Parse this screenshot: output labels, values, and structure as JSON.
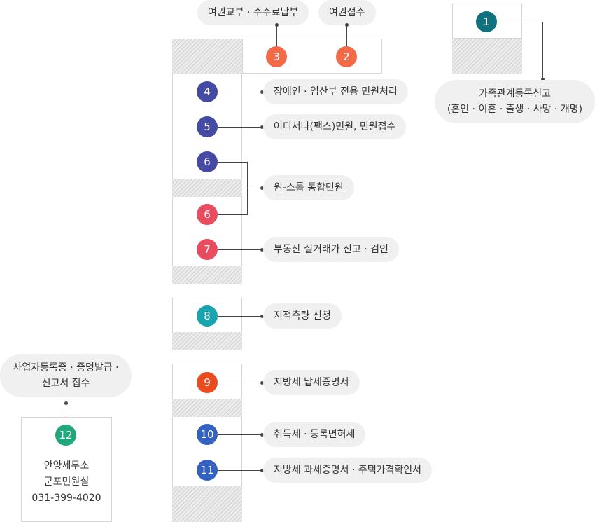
{
  "colors": {
    "teal": "#10727f",
    "orange": "#f46a47",
    "indigo": "#454aa5",
    "red": "#e94b5f",
    "cyan": "#17a4ae",
    "red_orange": "#ea4c1f",
    "blue": "#3462c2",
    "green": "#1fa87c",
    "pill_bg": "#f0f0f0",
    "hatch": "#cfcfcf"
  },
  "markers": {
    "m1": "1",
    "m2": "2",
    "m3": "3",
    "m4": "4",
    "m5": "5",
    "m6a": "6",
    "m6b": "6",
    "m7": "7",
    "m8": "8",
    "m9": "9",
    "m10": "10",
    "m11": "11",
    "m12": "12"
  },
  "labels": {
    "passport_issue": "여권교부 · 수수료납부",
    "passport_receipt": "여권접수",
    "family_line1": "가족관계등록신고",
    "family_line2": "(혼인 · 이혼 · 출생 · 사망 · 개명)",
    "disabled_pregnant": "장애인 · 임산부 전용 민원처리",
    "anywhere_fax": "어디서나(팩스)민원, 민원접수",
    "one_stop": "원-스톱 통합민원",
    "real_estate": "부동산 실거래가 신고 · 검인",
    "cadastral": "지적측량 신청",
    "tax_payment": "지방세 납세증명서",
    "acquisition_tax": "취득세 · 등록면허세",
    "tax_assessment": "지방세 과세증명서 · 주택가격확인서",
    "business_line1": "사업자등록증 · 증명발급 ·",
    "business_line2": "신고서 접수"
  },
  "office": {
    "name": "안양세무소",
    "room": "군포민원실",
    "phone": "031-399-4020"
  }
}
